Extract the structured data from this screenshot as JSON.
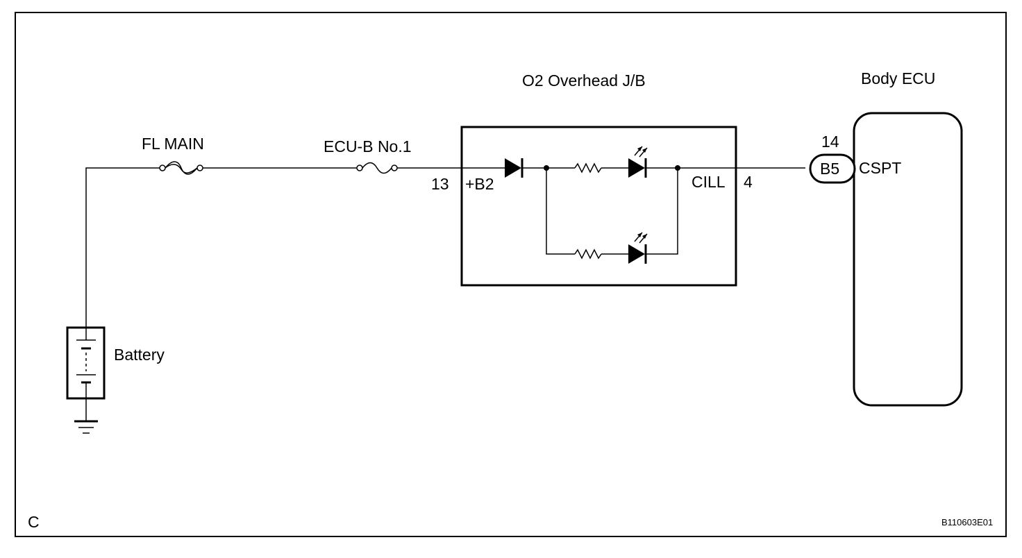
{
  "labels": {
    "fl_main": "FL MAIN",
    "ecu_b_no1": "ECU-B No.1",
    "junction_block": "O2 Overhead J/B",
    "body_ecu": "Body ECU",
    "pin_13": "13",
    "plus_b2": "+B2",
    "cill": "CILL",
    "pin_4": "4",
    "pin_14": "14",
    "connector_b5": "B5",
    "cspt": "CSPT",
    "battery": "Battery",
    "corner_letter": "C",
    "figure_code": "B110603E01"
  }
}
